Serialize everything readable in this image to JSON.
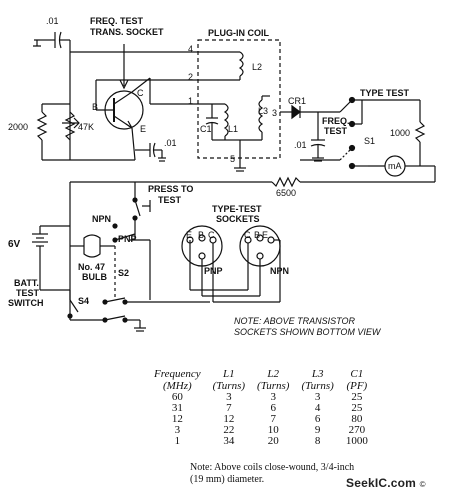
{
  "labels": {
    "c01_top": ".01",
    "freq_test_1": "FREQ. TEST",
    "freq_test_2": "TRANS. SOCKET",
    "plugin_coil": "PLUG-IN COIL",
    "pin4": "4",
    "pin1": "1",
    "pin2": "2",
    "pin3": "3",
    "pin5": "5",
    "l2": "L2",
    "l1": "L1",
    "l3": "L3",
    "c1": "C1",
    "cr1": "CR1",
    "type_test": "TYPE TEST",
    "freq_test_sw_1": "FREQ.",
    "freq_test_sw_2": "TEST",
    "s1": "S1",
    "r1000": "1000",
    "c01_right": ".01",
    "meter": "mA",
    "r2000": "2000",
    "r47k": "47K",
    "b": "B",
    "c": "C",
    "e": "E",
    "c01_mid": ".01",
    "r6500": "6500",
    "press1": "PRESS TO",
    "press2": "TEST",
    "npn_sw": "NPN",
    "pnp_sw": "PNP",
    "type_test_s1": "TYPE-TEST",
    "type_test_s2": "SOCKETS",
    "sock_e1": "E",
    "sock_b1": "B",
    "sock_c1": "C",
    "sock_e2": "E",
    "sock_b2": "B",
    "sock_c2": "C",
    "pnp_sock": "PNP",
    "npn_sock": "NPN",
    "v6": "6V",
    "no47_1": "No. 47",
    "no47_2": "BULB",
    "s2": "S2",
    "batt1": "BATT.",
    "batt2": "TEST",
    "batt3": "SWITCH",
    "s4": "S4"
  },
  "note": {
    "line1": "NOTE: ABOVE TRANSISTOR",
    "line2": "SOCKETS SHOWN BOTTOM VIEW"
  },
  "table": {
    "headers": [
      [
        "Frequency",
        "(MHz)"
      ],
      [
        "L1",
        "(Turns)"
      ],
      [
        "L2",
        "(Turns)"
      ],
      [
        "L3",
        "(Turns)"
      ],
      [
        "C1",
        "(PF)"
      ]
    ],
    "rows": [
      [
        "60",
        "3",
        "3",
        "3",
        "25"
      ],
      [
        "31",
        "7",
        "6",
        "4",
        "25"
      ],
      [
        "12",
        "12",
        "7",
        "6",
        "80"
      ],
      [
        "3",
        "22",
        "10",
        "9",
        "270"
      ],
      [
        "1",
        "34",
        "20",
        "8",
        "1000"
      ]
    ]
  },
  "footnote": {
    "line1": "Note: Above coils close-wound, 3/4-inch",
    "line2": "(19 mm) diameter."
  },
  "watermark": {
    "main": "SeekIC.com",
    "sub": "©"
  }
}
